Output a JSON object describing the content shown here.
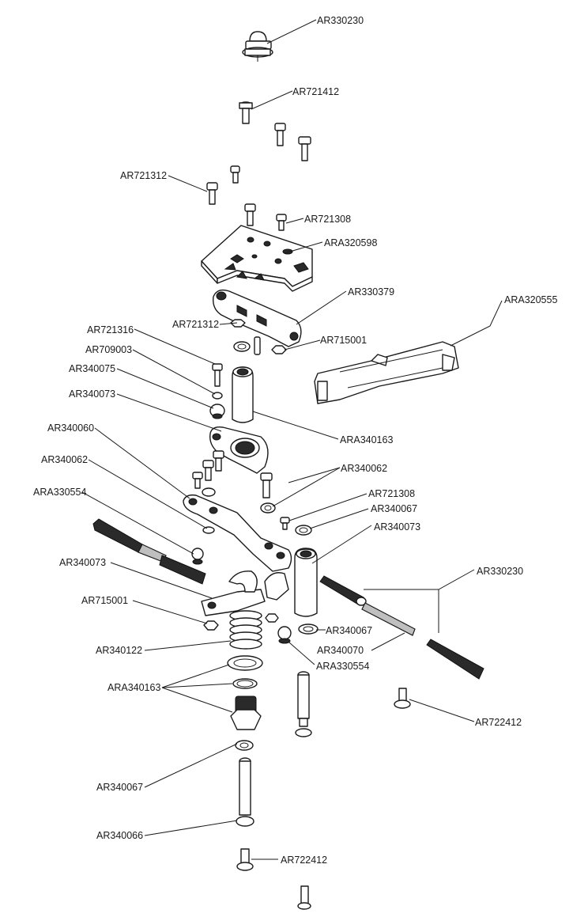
{
  "labels": {
    "ar330230_top": "AR330230",
    "ar721412": "AR721412",
    "ar721312_a": "AR721312",
    "ar721308_a": "AR721308",
    "ara320598": "ARA320598",
    "ar330379": "AR330379",
    "ara320555": "ARA320555",
    "ar721316": "AR721316",
    "ar721312_b": "AR721312",
    "ar715001_a": "AR715001",
    "ar709003": "AR709003",
    "ar340075": "AR340075",
    "ar340073_a": "AR340073",
    "ar340060": "AR340060",
    "ara340163_a": "ARA340163",
    "ar340062_a": "AR340062",
    "ar340062_b": "AR340062",
    "ara330554_a": "ARA330554",
    "ar721308_b": "AR721308",
    "ar340067_a": "AR340067",
    "ar340073_b": "AR340073",
    "ar340073_c": "AR340073",
    "ar330230_bottom": "AR330230",
    "ar715001_b": "AR715001",
    "ar340067_b": "AR340067",
    "ar340122": "AR340122",
    "ar340070": "AR340070",
    "ara330554_b": "ARA330554",
    "ara340163_b": "ARA340163",
    "ar722412_a": "AR722412",
    "ar340067_c": "AR340067",
    "ar340066": "AR340066",
    "ar722412_b": "AR722412"
  }
}
